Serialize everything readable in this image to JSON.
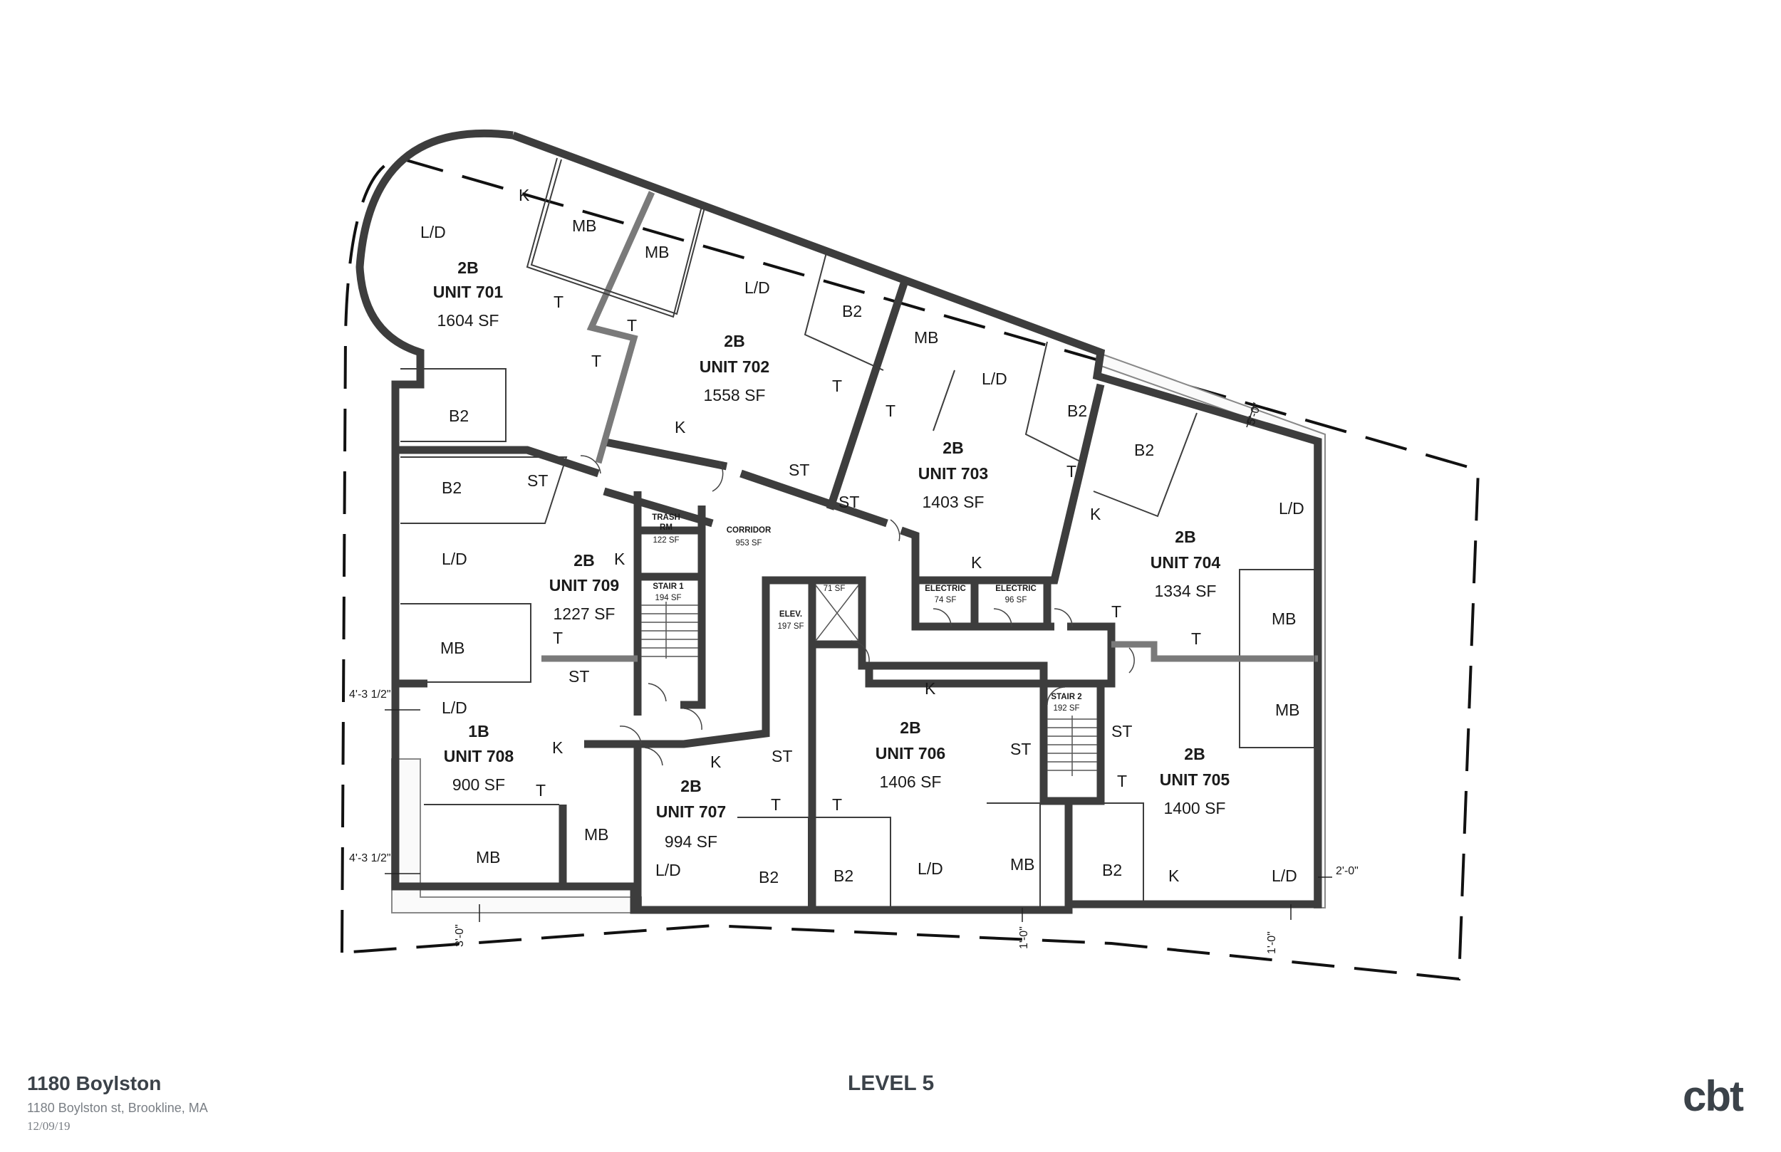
{
  "project": {
    "title": "1180 Boylston",
    "address": "1180 Boylston st, Brookline, MA",
    "date": "12/09/19",
    "sheet_title": "LEVEL 5",
    "firm_logo": "cbt"
  },
  "units": [
    {
      "type": "2B",
      "unit": "UNIT 701",
      "area": "1604 SF",
      "rooms": [
        "K",
        "L/D",
        "MB",
        "B2",
        "T",
        "T"
      ]
    },
    {
      "type": "2B",
      "unit": "UNIT 702",
      "area": "1558 SF",
      "rooms": [
        "MB",
        "L/D",
        "B2",
        "T",
        "T",
        "K",
        "ST"
      ]
    },
    {
      "type": "2B",
      "unit": "UNIT 703",
      "area": "1403 SF",
      "rooms": [
        "MB",
        "L/D",
        "B2",
        "T",
        "T",
        "ST",
        "K"
      ]
    },
    {
      "type": "2B",
      "unit": "UNIT 704",
      "area": "1334 SF",
      "rooms": [
        "B2",
        "L/D",
        "K",
        "MB",
        "T",
        "T"
      ]
    },
    {
      "type": "2B",
      "unit": "UNIT 705",
      "area": "1400 SF",
      "rooms": [
        "MB",
        "ST",
        "T",
        "B2",
        "K",
        "L/D"
      ]
    },
    {
      "type": "2B",
      "unit": "UNIT 706",
      "area": "1406 SF",
      "rooms": [
        "K",
        "ST",
        "T",
        "B2",
        "L/D",
        "MB"
      ]
    },
    {
      "type": "2B",
      "unit": "UNIT 707",
      "area": "994 SF",
      "rooms": [
        "K",
        "ST",
        "T",
        "L/D",
        "B2"
      ]
    },
    {
      "type": "1B",
      "unit": "UNIT 708",
      "area": "900 SF",
      "rooms": [
        "L/D",
        "K",
        "T",
        "MB"
      ]
    },
    {
      "type": "2B",
      "unit": "UNIT 709",
      "area": "1227 SF",
      "rooms": [
        "B2",
        "ST",
        "L/D",
        "K",
        "MB",
        "T",
        "ST"
      ]
    }
  ],
  "services": {
    "trash": {
      "name": "TRASH",
      "name2": "RM",
      "area": "122 SF"
    },
    "corridor": {
      "name": "CORRIDOR",
      "area": "953 SF"
    },
    "stair1": {
      "name": "STAIR 1",
      "area": "194 SF"
    },
    "stair2": {
      "name": "STAIR 2",
      "area": "192 SF"
    },
    "elevator": {
      "name": "ELEV.",
      "area": "197 SF"
    },
    "shaft": {
      "area": "71 SF"
    },
    "electric1": {
      "name": "ELECTRIC",
      "area": "74 SF"
    },
    "electric2": {
      "name": "ELECTRIC",
      "area": "96 SF"
    }
  },
  "dimensions": {
    "d1": "4'-3 1/2\"",
    "d2": "4'-3 1/2\"",
    "d3": "3'-0\"",
    "d4": "1'-0\"",
    "d5": "1'-0\"",
    "d6": "2'-0\"",
    "d7": "5'-0\""
  },
  "colors": {
    "wall": "#3d3d3d",
    "footer_text": "#3b4249",
    "footer_sub": "#7a7f85"
  }
}
